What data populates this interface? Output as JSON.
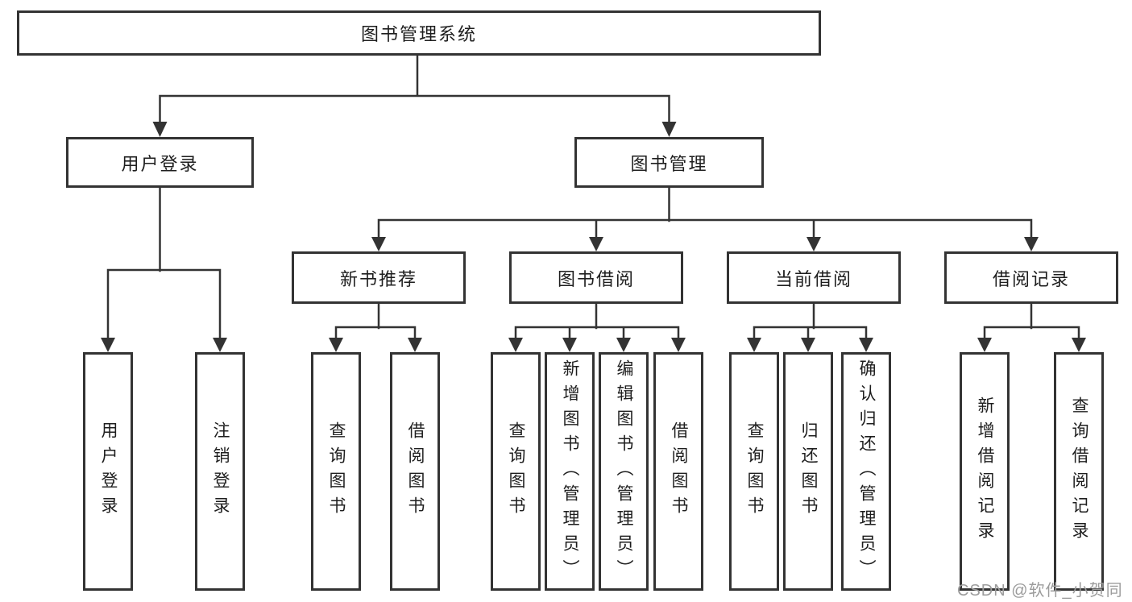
{
  "tree": {
    "root_label": "图书管理系统",
    "branches": [
      {
        "label": "用户登录",
        "children": [
          {
            "label": "用户登录"
          },
          {
            "label": "注销登录"
          }
        ]
      },
      {
        "label": "图书管理",
        "groups": [
          {
            "label": "新书推荐",
            "children": [
              {
                "label": "查询图书"
              },
              {
                "label": "借阅图书"
              }
            ]
          },
          {
            "label": "图书借阅",
            "children": [
              {
                "label": "查询图书"
              },
              {
                "label": "新增图书（管理员）"
              },
              {
                "label": "编辑图书（管理员）"
              },
              {
                "label": "借阅图书"
              }
            ]
          },
          {
            "label": "当前借阅",
            "children": [
              {
                "label": "查询图书"
              },
              {
                "label": "归还图书"
              },
              {
                "label": "确认归还（管理员）"
              }
            ]
          },
          {
            "label": "借阅记录",
            "children": [
              {
                "label": "新增借阅记录"
              },
              {
                "label": "查询借阅记录"
              }
            ]
          }
        ]
      }
    ]
  },
  "watermark": "CSDN @软件_小贺同学",
  "colors": {
    "line": "#333333",
    "box_border": "#333333",
    "text": "#1e1e1e",
    "watermark": "#9c9c9c",
    "background": "#ffffff"
  }
}
